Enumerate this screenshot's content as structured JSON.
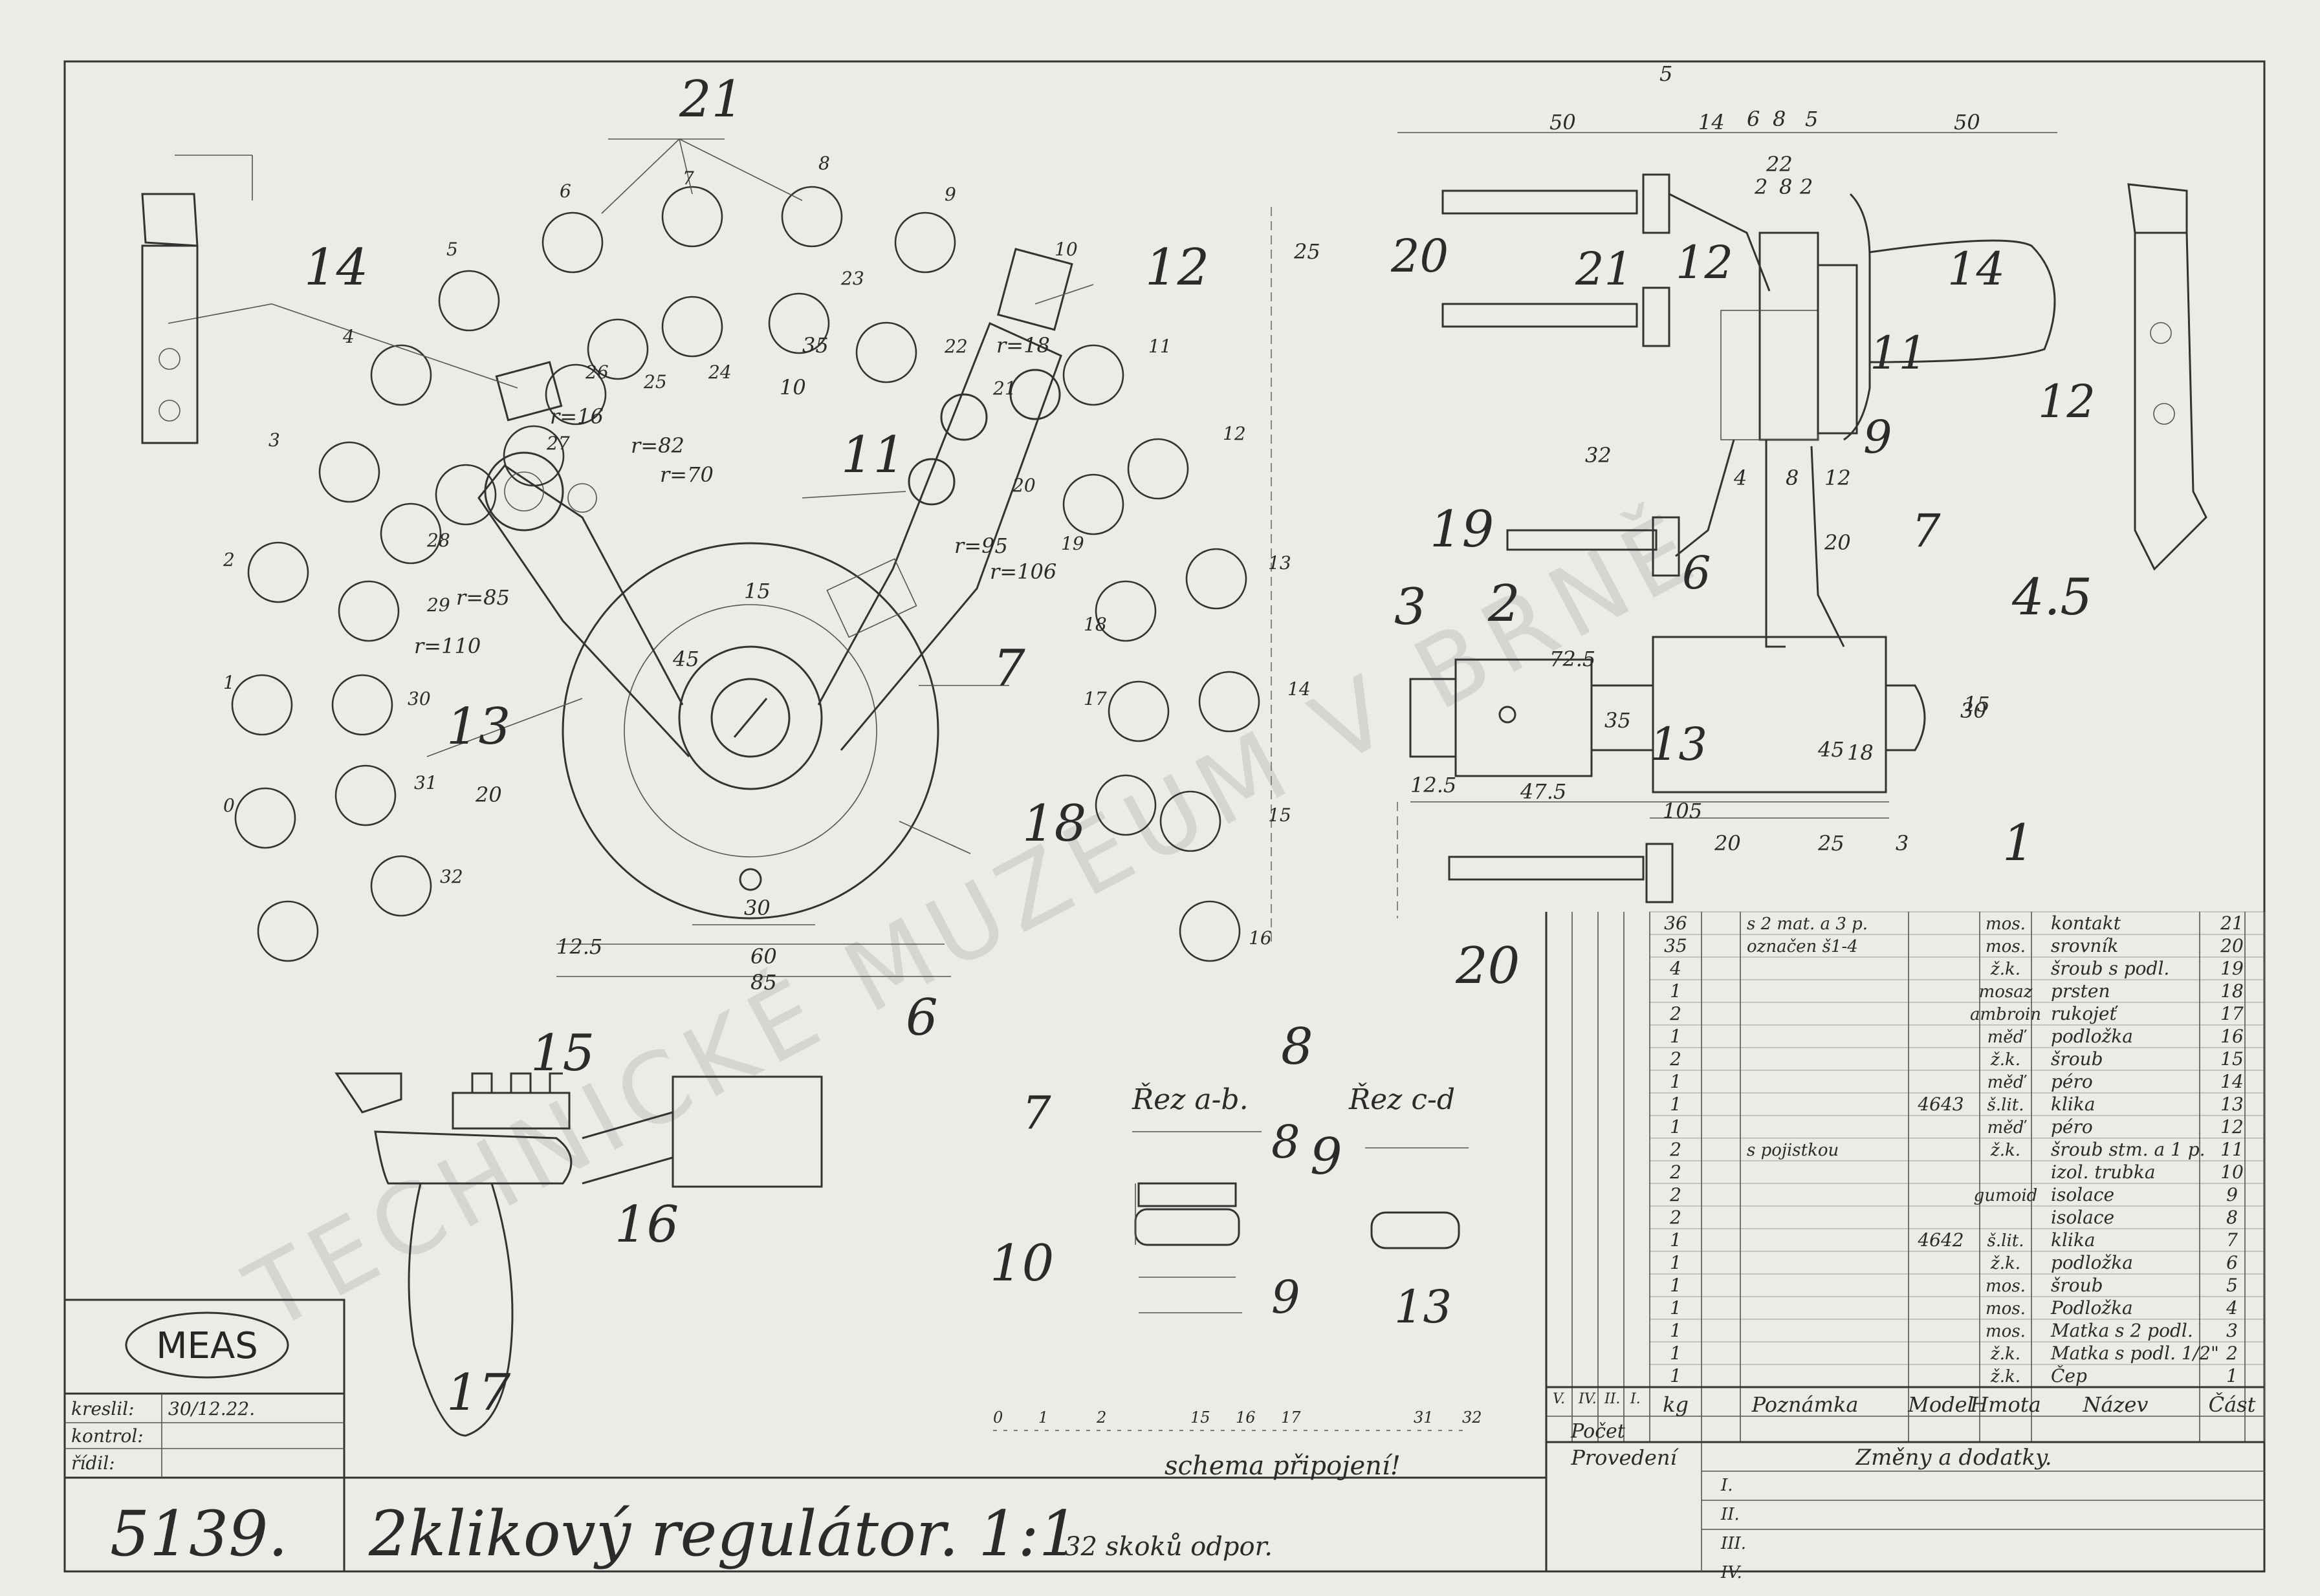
{
  "title_block": {
    "logo": "MEAS",
    "drawing_number": "5139.",
    "title": "2klikový regulátor. 1:1",
    "subtitle": "32 skoků odpor.",
    "drawn_label": "kreslil:",
    "drawn_date": "30/12.22.",
    "checked_label": "kontrol:",
    "managed_label": "řídil:"
  },
  "watermark": "TECHNICKÉ MUZEUM V BRNĚ",
  "sections": {
    "rez_ab": "Řez a-b.",
    "rez_cd": "Řez c-d",
    "schema": "schema připojení!"
  },
  "schema_numbers": [
    "0",
    "1",
    "2",
    "15",
    "16",
    "17",
    "31",
    "32"
  ],
  "part_callouts": [
    "21",
    "14",
    "12",
    "11",
    "13",
    "7",
    "18",
    "6",
    "15",
    "16",
    "17",
    "10",
    "9",
    "8",
    "3",
    "2",
    "20",
    "19",
    "4.5",
    "1"
  ],
  "contact_numbers": [
    "0",
    "1",
    "2",
    "3",
    "4",
    "5",
    "6",
    "7",
    "8",
    "9",
    "10",
    "11",
    "12",
    "13",
    "14",
    "15",
    "16",
    "17",
    "18",
    "19",
    "20",
    "21",
    "22",
    "23",
    "24",
    "25",
    "26",
    "27",
    "28",
    "29",
    "30",
    "31",
    "32"
  ],
  "dimensions_plan": [
    "r=85",
    "r=110",
    "r=70",
    "r=82",
    "r=95",
    "r=106",
    "r=18",
    "r=16",
    "25",
    "20",
    "12.5",
    "60",
    "85",
    "30",
    "45",
    "15",
    "10",
    "35",
    "17"
  ],
  "dimensions_side": [
    "50",
    "5",
    "14",
    "6",
    "8",
    "5",
    "50",
    "22",
    "2",
    "8",
    "2",
    "32",
    "4",
    "8",
    "12",
    "20",
    "72.5",
    "35",
    "47.5",
    "105",
    "45",
    "18",
    "30",
    "20",
    "25",
    "3",
    "12.5",
    "15"
  ],
  "parts_list": {
    "headers": {
      "count": "Počet",
      "roman": [
        "V.",
        "IV.",
        "II.",
        "I."
      ],
      "kg": "kg",
      "note": "Poznámka",
      "model": "Model",
      "material": "Hmota",
      "name": "Název",
      "part": "Část"
    },
    "rows": [
      {
        "count": "36",
        "note": "s 2 mat. a 3 p.",
        "model": "",
        "material": "mos.",
        "name": "kontakt",
        "part": "21"
      },
      {
        "count": "35",
        "note": "označen š1-4",
        "model": "",
        "material": "mos.",
        "name": "srovník",
        "part": "20"
      },
      {
        "count": "4",
        "note": "",
        "model": "",
        "material": "ž.k.",
        "name": "šroub s podl.",
        "part": "19"
      },
      {
        "count": "1",
        "note": "",
        "model": "",
        "material": "mosaz",
        "name": "prsten",
        "part": "18"
      },
      {
        "count": "2",
        "note": "",
        "model": "",
        "material": "ambroin",
        "name": "rukojeť",
        "part": "17"
      },
      {
        "count": "1",
        "note": "",
        "model": "",
        "material": "měď",
        "name": "podložka",
        "part": "16"
      },
      {
        "count": "2",
        "note": "",
        "model": "",
        "material": "ž.k.",
        "name": "šroub",
        "part": "15"
      },
      {
        "count": "1",
        "note": "",
        "model": "",
        "material": "měď",
        "name": "péro",
        "part": "14"
      },
      {
        "count": "1",
        "note": "",
        "model": "4643",
        "material": "š.lit.",
        "name": "klika",
        "part": "13"
      },
      {
        "count": "1",
        "note": "",
        "model": "",
        "material": "měď",
        "name": "péro",
        "part": "12"
      },
      {
        "count": "2",
        "note": "s pojistkou",
        "model": "",
        "material": "ž.k.",
        "name": "šroub stm. a 1 p.",
        "part": "11"
      },
      {
        "count": "2",
        "note": "",
        "model": "",
        "material": "",
        "name": "izol. trubka",
        "part": "10"
      },
      {
        "count": "2",
        "note": "",
        "model": "",
        "material": "gumoid",
        "name": "isolace",
        "part": "9"
      },
      {
        "count": "2",
        "note": "",
        "model": "",
        "material": "",
        "name": "isolace",
        "part": "8"
      },
      {
        "count": "1",
        "note": "",
        "model": "4642",
        "material": "š.lit.",
        "name": "klika",
        "part": "7"
      },
      {
        "count": "1",
        "note": "",
        "model": "",
        "material": "ž.k.",
        "name": "podložka",
        "part": "6"
      },
      {
        "count": "1",
        "note": "",
        "model": "",
        "material": "mos.",
        "name": "šroub",
        "part": "5"
      },
      {
        "count": "1",
        "note": "",
        "model": "",
        "material": "mos.",
        "name": "Podložka",
        "part": "4"
      },
      {
        "count": "1",
        "note": "",
        "model": "",
        "material": "mos.",
        "name": "Matka s 2 podl.",
        "part": "3"
      },
      {
        "count": "1",
        "note": "",
        "model": "",
        "material": "ž.k.",
        "name": "Matka s podl. 1/2\"",
        "part": "2"
      },
      {
        "count": "1",
        "note": "",
        "model": "",
        "material": "ž.k.",
        "name": "Čep",
        "part": "1"
      }
    ],
    "footer_left": "Provedení",
    "footer_right": "Změny a dodatky.",
    "revisions": [
      "I.",
      "II.",
      "III.",
      "IV."
    ]
  }
}
